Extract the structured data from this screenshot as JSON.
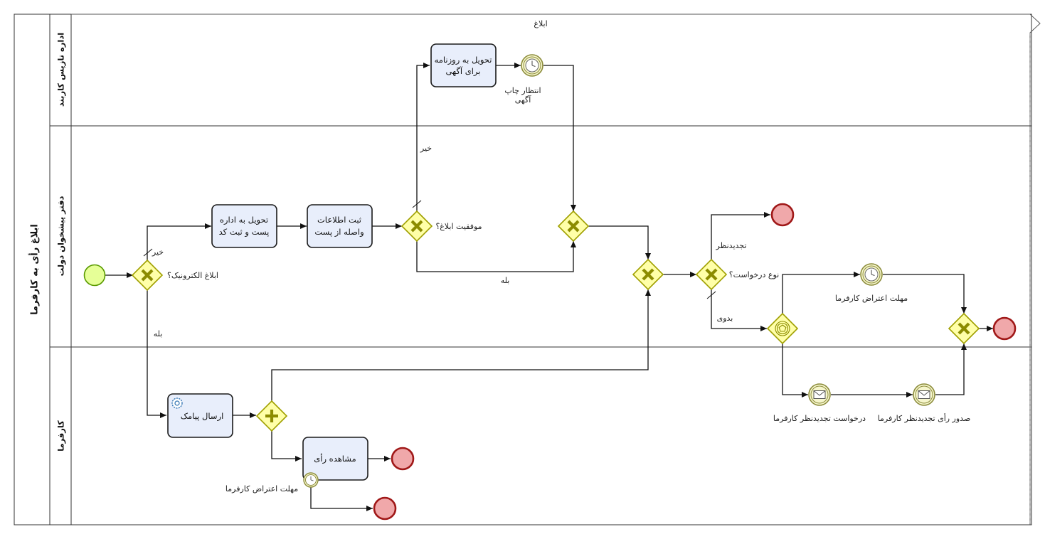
{
  "pool": {
    "title": "ابلاغ رأی به کارفرما"
  },
  "lanes": {
    "top": "اداره تازپس کاربند",
    "middle": "دفتر پیشخوان دولت",
    "bottom": "کارفرما"
  },
  "group": {
    "title": "ابلاغ"
  },
  "tasks": {
    "deliver_post": [
      "تحویل به اداره",
      "پست و ثبت کد"
    ],
    "register_info": [
      "ثبت اطلاعات",
      "واصله از پست"
    ],
    "deliver_newspaper": [
      "تحویل به روزنامه",
      "برای آگهی"
    ],
    "send_sms": [
      "ارسال پیامک"
    ],
    "view_verdict": [
      "مشاهده رأی"
    ]
  },
  "events": {
    "wait_print": [
      "انتظار چاپ",
      "آگهی"
    ],
    "objection_deadline": "مهلت اعتراض کارفرما",
    "objection_deadline_boundary": "مهلت اعتراض کارفرما",
    "review_request": "درخواست تجدیدنظر کارفرما",
    "review_verdict": "صدور رأی تجدیدنظر کارفرما"
  },
  "gateways": {
    "electronic": "ابلاغ الکترونیک؟",
    "notify_success": "موفقیت ابلاغ؟",
    "request_type": "نوع درخواست؟"
  },
  "flow_labels": {
    "no_1": "خیر",
    "yes_1": "بله",
    "no_2": "خیر",
    "yes_2": "بله",
    "review": "تجدیدنظر",
    "none": "بدوی"
  },
  "colors": {
    "task_fill": "#e8eefb",
    "task_stroke": "#1a1a1a",
    "gateway_fill": "#ffffa8",
    "gateway_stroke": "#a0a000",
    "gateway_mark": "#8c8c00",
    "start_fill": "#e6ff97",
    "start_stroke": "#5a9a00",
    "end_fill": "#f0a8aa",
    "end_stroke": "#a01818",
    "inter_fill": "#f6f6cc",
    "inter_stroke": "#8c8c3c"
  }
}
